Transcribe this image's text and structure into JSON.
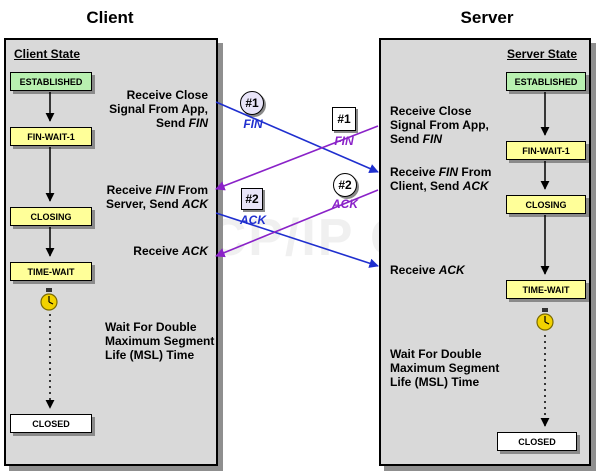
{
  "headings": {
    "client": "Client",
    "server": "Server"
  },
  "client": {
    "state_title": "Client State",
    "states": {
      "established": "ESTABLISHED",
      "fin_wait_1": "FIN-WAIT-1",
      "closing": "CLOSING",
      "time_wait": "TIME-WAIT",
      "closed": "CLOSED"
    },
    "desc": {
      "close_l1": "Receive Close",
      "close_l2": "Signal From App,",
      "close_l3a": "Send ",
      "close_l3b": "FIN",
      "fin_l1a": "Receive ",
      "fin_l1b": "FIN",
      "fin_l1c": " From",
      "fin_l2a": "Server, Send ",
      "fin_l2b": "ACK",
      "ack_a": "Receive ",
      "ack_b": "ACK",
      "wait_l1": "Wait For Double",
      "wait_l2": "Maximum Segment",
      "wait_l3": "Life (MSL) Time"
    }
  },
  "server": {
    "state_title": "Server State",
    "states": {
      "established": "ESTABLISHED",
      "fin_wait_1": "FIN-WAIT-1",
      "closing": "CLOSING",
      "time_wait": "TIME-WAIT",
      "closed": "CLOSED"
    },
    "desc": {
      "close_l1": "Receive Close",
      "close_l2": "Signal From App,",
      "close_l3a": "Send ",
      "close_l3b": "FIN",
      "fin_l1a": "Receive ",
      "fin_l1b": "FIN",
      "fin_l1c": " From",
      "fin_l2a": "Client, Send ",
      "fin_l2b": "ACK",
      "ack_a": "Receive ",
      "ack_b": "ACK",
      "wait_l1": "Wait For Double",
      "wait_l2": "Maximum Segment",
      "wait_l3": "Life (MSL) Time"
    }
  },
  "segments": {
    "client_fin": {
      "badge": "#1",
      "label": "FIN"
    },
    "client_ack": {
      "badge": "#2",
      "label": "ACK"
    },
    "server_fin": {
      "badge": "#1",
      "label": "FIN"
    },
    "server_ack": {
      "badge": "#2",
      "label": "ACK"
    }
  },
  "watermark": "The TCP/IP Guide",
  "colors": {
    "panel_bg": "#d9d9d9",
    "established": "#b8f0b0",
    "transition_state": "#ffff99",
    "closed": "#ffffff",
    "client_segment": "#1f2fcf",
    "server_segment": "#8a22c8",
    "timer": "#f2d200"
  },
  "icons": {
    "timer": "stopwatch-icon",
    "flow": "down-arrow-icon",
    "wait": "dotted-arrow-icon"
  }
}
